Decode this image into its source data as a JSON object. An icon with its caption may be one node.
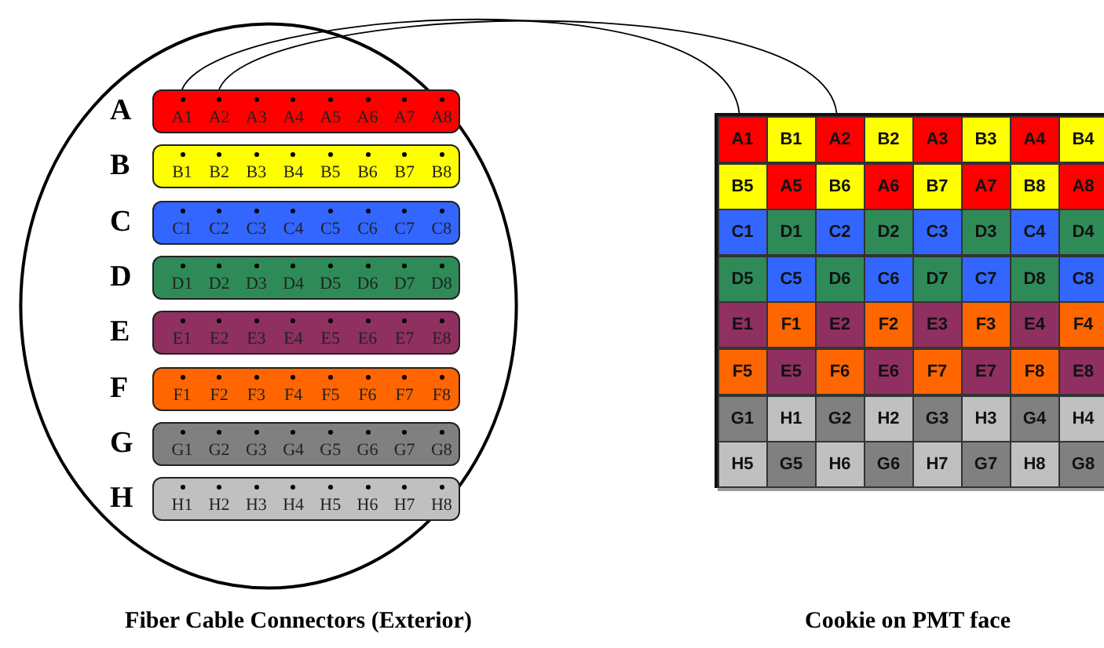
{
  "diagram": {
    "nodes": [
      {
        "text": [],
        "shape": "circle"
      },
      {
        "text": [],
        "shape": "bar",
        "in": 0,
        "beside": [
          "A"
        ]
      },
      {
        "text": [
          "A1"
        ],
        "in": 1
      },
      {
        "text": [
          "A2"
        ],
        "in": 1
      },
      {
        "text": [
          "A3"
        ],
        "in": 1
      },
      {
        "text": [
          "A4"
        ],
        "in": 1
      },
      {
        "text": [
          "A5"
        ],
        "in": 1
      },
      {
        "text": [
          "A6"
        ],
        "in": 1
      },
      {
        "text": [
          "A7"
        ],
        "in": 1
      },
      {
        "text": [
          "A8"
        ],
        "in": 1
      },
      {
        "text": [],
        "shape": "bar",
        "in": 0,
        "beside": [
          "B"
        ]
      },
      {
        "text": [
          "B1"
        ],
        "in": 10
      },
      {
        "text": [
          "B2"
        ],
        "in": 10
      },
      {
        "text": [
          "B3"
        ],
        "in": 10
      },
      {
        "text": [
          "B4"
        ],
        "in": 10
      },
      {
        "text": [
          "B5"
        ],
        "in": 10
      },
      {
        "text": [
          "B6"
        ],
        "in": 10
      },
      {
        "text": [
          "B7"
        ],
        "in": 10
      },
      {
        "text": [
          "B8"
        ],
        "in": 10
      },
      {
        "text": [],
        "shape": "bar",
        "in": 0,
        "beside": [
          "C"
        ]
      },
      {
        "text": [
          "C1"
        ],
        "in": 19
      },
      {
        "text": [
          "C2"
        ],
        "in": 19
      },
      {
        "text": [
          "C3"
        ],
        "in": 19
      },
      {
        "text": [
          "C4"
        ],
        "in": 19
      },
      {
        "text": [
          "C5"
        ],
        "in": 19
      },
      {
        "text": [
          "C6"
        ],
        "in": 19
      },
      {
        "text": [
          "C7"
        ],
        "in": 19
      },
      {
        "text": [
          "C8"
        ],
        "in": 19
      },
      {
        "text": [],
        "shape": "bar",
        "in": 0,
        "beside": [
          "D"
        ]
      },
      {
        "text": [
          "D1"
        ],
        "in": 28
      },
      {
        "text": [
          "D2"
        ],
        "in": 28
      },
      {
        "text": [
          "D3"
        ],
        "in": 28
      },
      {
        "text": [
          "D4"
        ],
        "in": 28
      },
      {
        "text": [
          "D5"
        ],
        "in": 28
      },
      {
        "text": [
          "D6"
        ],
        "in": 28
      },
      {
        "text": [
          "D7"
        ],
        "in": 28
      },
      {
        "text": [
          "D8"
        ],
        "in": 28
      },
      {
        "text": [],
        "shape": "bar",
        "in": 0,
        "beside": [
          "E"
        ]
      },
      {
        "text": [
          "E1"
        ],
        "in": 37
      },
      {
        "text": [
          "E2"
        ],
        "in": 37
      },
      {
        "text": [
          "E3"
        ],
        "in": 37
      },
      {
        "text": [
          "E4"
        ],
        "in": 37
      },
      {
        "text": [
          "E5"
        ],
        "in": 37
      },
      {
        "text": [
          "E6"
        ],
        "in": 37
      },
      {
        "text": [
          "E7"
        ],
        "in": 37
      },
      {
        "text": [
          "E8"
        ],
        "in": 37
      },
      {
        "text": [],
        "shape": "bar",
        "in": 0,
        "beside": [
          "F"
        ]
      },
      {
        "text": [
          "F1"
        ],
        "in": 46
      },
      {
        "text": [
          "F2"
        ],
        "in": 46
      },
      {
        "text": [
          "F3"
        ],
        "in": 46
      },
      {
        "text": [
          "F4"
        ],
        "in": 46
      },
      {
        "text": [
          "F5"
        ],
        "in": 46
      },
      {
        "text": [
          "F6"
        ],
        "in": 46
      },
      {
        "text": [
          "F7"
        ],
        "in": 46
      },
      {
        "text": [
          "F8"
        ],
        "in": 46
      },
      {
        "text": [],
        "shape": "bar",
        "in": 0,
        "beside": [
          "G"
        ]
      },
      {
        "text": [
          "G1"
        ],
        "in": 55
      },
      {
        "text": [
          "G2"
        ],
        "in": 55
      },
      {
        "text": [
          "G3"
        ],
        "in": 55
      },
      {
        "text": [
          "G4"
        ],
        "in": 55
      },
      {
        "text": [
          "G5"
        ],
        "in": 55
      },
      {
        "text": [
          "G6"
        ],
        "in": 55
      },
      {
        "text": [
          "G7"
        ],
        "in": 55
      },
      {
        "text": [
          "G8"
        ],
        "in": 55
      },
      {
        "text": [],
        "shape": "bar",
        "in": 0,
        "beside": [
          "H"
        ]
      },
      {
        "text": [
          "H1"
        ],
        "in": 64
      },
      {
        "text": [
          "H2"
        ],
        "in": 64
      },
      {
        "text": [
          "H3"
        ],
        "in": 64
      },
      {
        "text": [
          "H4"
        ],
        "in": 64
      },
      {
        "text": [
          "H5"
        ],
        "in": 64
      },
      {
        "text": [
          "H6"
        ],
        "in": 64
      },
      {
        "text": [
          "H7"
        ],
        "in": 64
      },
      {
        "text": [
          "H8"
        ],
        "in": 64
      },
      {
        "text": [],
        "shape": "box"
      },
      {
        "text": [
          "A1"
        ],
        "in": 73
      },
      {
        "text": [
          "B1"
        ],
        "in": 73
      },
      {
        "text": [
          "A2"
        ],
        "in": 73
      },
      {
        "text": [
          "B2"
        ],
        "in": 73
      },
      {
        "text": [
          "A3"
        ],
        "in": 73
      },
      {
        "text": [
          "B3"
        ],
        "in": 73
      },
      {
        "text": [
          "A4"
        ],
        "in": 73
      },
      {
        "text": [
          "B4"
        ],
        "in": 73
      },
      {
        "text": [
          "B5"
        ],
        "in": 73
      },
      {
        "text": [
          "A5"
        ],
        "in": 73
      },
      {
        "text": [
          "B6"
        ],
        "in": 73
      },
      {
        "text": [
          "A6"
        ],
        "in": 73
      },
      {
        "text": [
          "B7"
        ],
        "in": 73
      },
      {
        "text": [
          "A7"
        ],
        "in": 73
      },
      {
        "text": [
          "B8"
        ],
        "in": 73
      },
      {
        "text": [
          "A8"
        ],
        "in": 73
      },
      {
        "text": [
          "C1"
        ],
        "in": 73
      },
      {
        "text": [
          "D1"
        ],
        "in": 73
      },
      {
        "text": [
          "C2"
        ],
        "in": 73
      },
      {
        "text": [
          "D2"
        ],
        "in": 73
      },
      {
        "text": [
          "C3"
        ],
        "in": 73
      },
      {
        "text": [
          "D3"
        ],
        "in": 73
      },
      {
        "text": [
          "C4"
        ],
        "in": 73
      },
      {
        "text": [
          "D4"
        ],
        "in": 73
      },
      {
        "text": [
          "D5"
        ],
        "in": 73
      },
      {
        "text": [
          "C5"
        ],
        "in": 73
      },
      {
        "text": [
          "D6"
        ],
        "in": 73
      },
      {
        "text": [
          "C6"
        ],
        "in": 73
      },
      {
        "text": [
          "D7"
        ],
        "in": 73
      },
      {
        "text": [
          "C7"
        ],
        "in": 73
      },
      {
        "text": [
          "D8"
        ],
        "in": 73
      },
      {
        "text": [
          "C8"
        ],
        "in": 73
      },
      {
        "text": [
          "E1"
        ],
        "in": 73
      },
      {
        "text": [
          "F1"
        ],
        "in": 73
      },
      {
        "text": [
          "E2"
        ],
        "in": 73
      },
      {
        "text": [
          "F2"
        ],
        "in": 73
      },
      {
        "text": [
          "E3"
        ],
        "in": 73
      },
      {
        "text": [
          "F3"
        ],
        "in": 73
      },
      {
        "text": [
          "E4"
        ],
        "in": 73
      },
      {
        "text": [
          "F4"
        ],
        "in": 73
      },
      {
        "text": [
          "F5"
        ],
        "in": 73
      },
      {
        "text": [
          "E5"
        ],
        "in": 73
      },
      {
        "text": [
          "F6"
        ],
        "in": 73
      },
      {
        "text": [
          "E6"
        ],
        "in": 73
      },
      {
        "text": [
          "F7"
        ],
        "in": 73
      },
      {
        "text": [
          "E7"
        ],
        "in": 73
      },
      {
        "text": [
          "F8"
        ],
        "in": 73
      },
      {
        "text": [
          "E8"
        ],
        "in": 73
      },
      {
        "text": [
          "G1"
        ],
        "in": 73
      },
      {
        "text": [
          "H1"
        ],
        "in": 73
      },
      {
        "text": [
          "G2"
        ],
        "in": 73
      },
      {
        "text": [
          "H2"
        ],
        "in": 73
      },
      {
        "text": [
          "G3"
        ],
        "in": 73
      },
      {
        "text": [
          "H3"
        ],
        "in": 73
      },
      {
        "text": [
          "G4"
        ],
        "in": 73
      },
      {
        "text": [
          "H4"
        ],
        "in": 73
      },
      {
        "text": [
          "H5"
        ],
        "in": 73
      },
      {
        "text": [
          "G5"
        ],
        "in": 73
      },
      {
        "text": [
          "H6"
        ],
        "in": 73
      },
      {
        "text": [
          "G6"
        ],
        "in": 73
      },
      {
        "text": [
          "H7"
        ],
        "in": 73
      },
      {
        "text": [
          "G7"
        ],
        "in": 73
      },
      {
        "text": [
          "H8"
        ],
        "in": 73
      },
      {
        "text": [
          "G8"
        ],
        "in": 73
      }
    ],
    "edges": [
      {
        "from": 2,
        "to": 74,
        "arrow": "none"
      },
      {
        "from": 3,
        "to": 76,
        "arrow": "none"
      }
    ],
    "labels": [
      "Fiber Cable Connectors (Exterior)",
      "Cookie on PMT face"
    ]
  }
}
